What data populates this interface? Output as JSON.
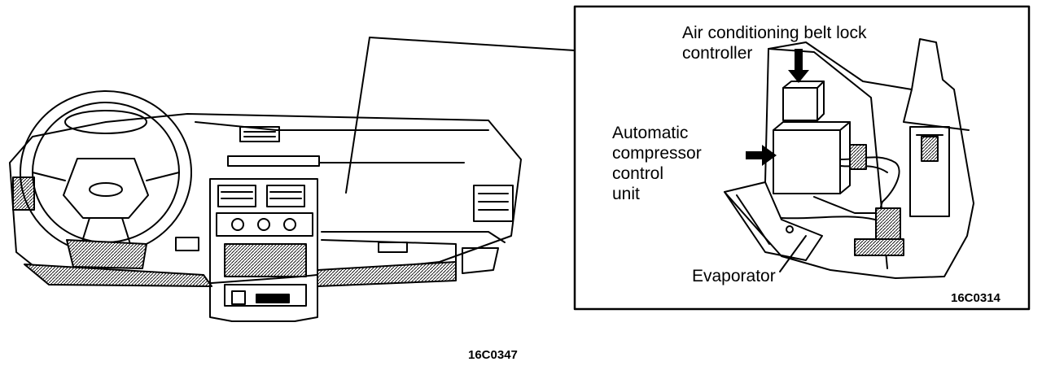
{
  "labels": {
    "belt_lock_line1": "Air conditioning belt lock",
    "belt_lock_line2": "controller",
    "compressor_line1": "Automatic",
    "compressor_line2": "compressor",
    "compressor_line3": "control",
    "compressor_line4": "unit",
    "evaporator": "Evaporator"
  },
  "figure_codes": {
    "detail": "16C0314",
    "main": "16C0347"
  }
}
